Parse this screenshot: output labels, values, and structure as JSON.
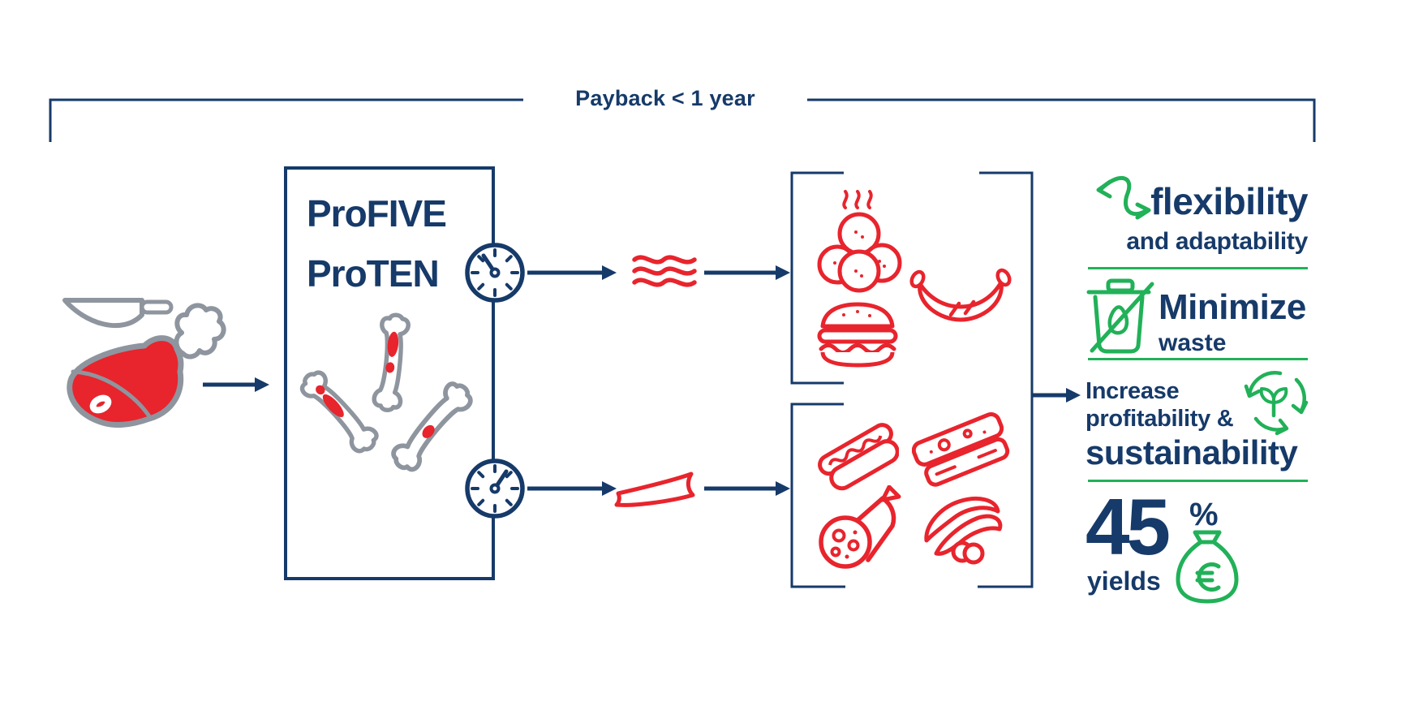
{
  "title": "ProFIVE / ProTEN meat recovery process infographic",
  "colors": {
    "navy": "#163a69",
    "red": "#e8242d",
    "green": "#21b158",
    "gray": "#8e959e",
    "background": "#ffffff"
  },
  "payback": {
    "label": "Payback < 1 year"
  },
  "input": {
    "icon": "ham-leg-knife-icon"
  },
  "machine": {
    "name_line1": "ProFIVE",
    "name_line2": "ProTEN",
    "content_icon": "bones-icon",
    "top_timer_icon": "timer-icon",
    "bottom_timer_icon": "timer-icon"
  },
  "intermediates": {
    "top_icon": "minced-meat-strands-icon",
    "bottom_icon": "meat-slab-icon"
  },
  "products": {
    "top_icons": [
      "steaming-meatballs-icon",
      "grilled-sausage-icon",
      "burger-icon"
    ],
    "bottom_icons": [
      "hot-dog-icon",
      "sliced-meat-icon",
      "salami-icon",
      "sausage-pair-icon"
    ]
  },
  "benefits": [
    {
      "icon": "flexibility-arrows-icon",
      "title": "flexibility",
      "subtitle": "and adaptability"
    },
    {
      "icon": "no-waste-bin-icon",
      "title": "Minimize",
      "subtitle": "waste"
    },
    {
      "icon": "recycle-plant-icon",
      "line1": "Increase",
      "line2": "profitability &",
      "line3": "sustainability"
    },
    {
      "icon": "money-bag-euro-icon",
      "value": "45",
      "unit": "%",
      "label": "yields"
    }
  ]
}
